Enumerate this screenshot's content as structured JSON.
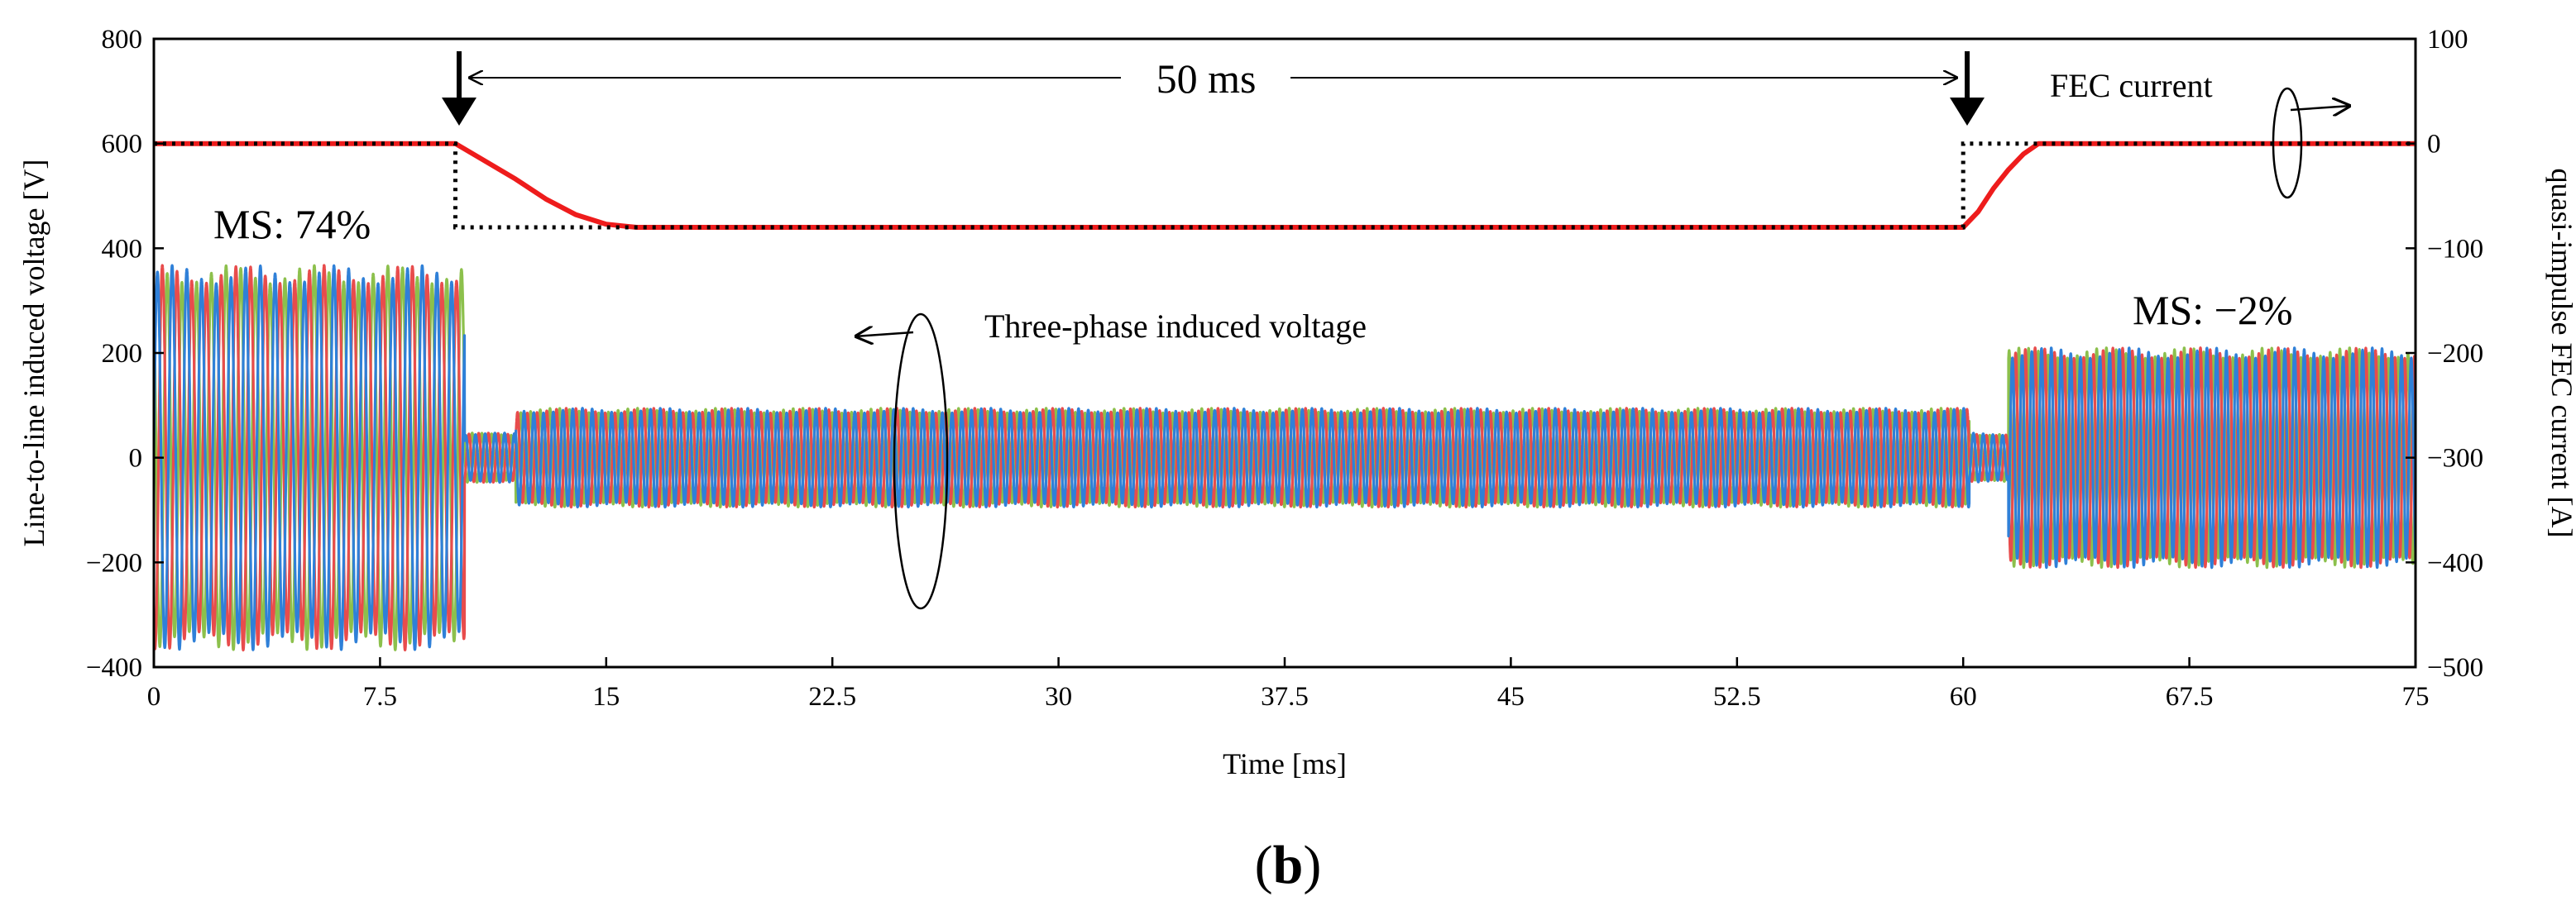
{
  "chart_data": {
    "type": "line",
    "xlabel": "Time [ms]",
    "ylabel_left": "Line-to-line induced voltage [V]",
    "ylabel_right": "quasi-impulse FEC current [A]",
    "xlim": [
      0,
      75
    ],
    "ylim_left": [
      -400,
      800
    ],
    "ylim_right": [
      -500,
      100
    ],
    "x_ticks": [
      "0",
      "7.5",
      "15",
      "22.5",
      "30",
      "37.5",
      "45",
      "52.5",
      "60",
      "67.5",
      "75"
    ],
    "y_left_ticks": [
      "800",
      "600",
      "400",
      "200",
      "0",
      "−200",
      "−400"
    ],
    "y_right_ticks": [
      "100",
      "0",
      "−100",
      "−200",
      "−300",
      "−400",
      "−500"
    ],
    "grid": false,
    "series": [
      {
        "name": "FEC current",
        "axis": "right",
        "color": "#ee1c1c",
        "style": "solid",
        "points": [
          [
            0,
            0
          ],
          [
            10,
            0
          ],
          [
            11,
            -17
          ],
          [
            12,
            -34
          ],
          [
            13,
            -53
          ],
          [
            14,
            -68
          ],
          [
            15,
            -77
          ],
          [
            16,
            -80
          ],
          [
            60,
            -80
          ],
          [
            60.5,
            -65
          ],
          [
            61,
            -43
          ],
          [
            61.5,
            -25
          ],
          [
            62,
            -10
          ],
          [
            62.5,
            0
          ],
          [
            75,
            0
          ]
        ]
      },
      {
        "name": "FEC current reference",
        "axis": "right",
        "color": "#000000",
        "style": "dotted",
        "points": [
          [
            0,
            0
          ],
          [
            10,
            0
          ],
          [
            10,
            -80
          ],
          [
            60,
            -80
          ],
          [
            60,
            0
          ],
          [
            75,
            0
          ]
        ]
      },
      {
        "name": "Three-phase induced voltage",
        "axis": "left",
        "phase_colors": [
          "#2f80d8",
          "#e84c4c",
          "#8cc04c"
        ],
        "segments": [
          {
            "t_start": 0,
            "t_end": 10.3,
            "amplitude": 350,
            "frequency_khz": 2.05
          },
          {
            "t_start": 10.3,
            "t_end": 12,
            "amplitude": 45,
            "frequency_khz": 3.1
          },
          {
            "t_start": 12,
            "t_end": 60.2,
            "amplitude": 90,
            "frequency_khz": 3.1
          },
          {
            "t_start": 60.2,
            "t_end": 61.5,
            "amplitude": 45,
            "frequency_khz": 3.1
          },
          {
            "t_start": 61.5,
            "t_end": 75,
            "amplitude": 200,
            "frequency_khz": 3.1
          }
        ]
      }
    ],
    "annotations": {
      "interval": "50 ms",
      "ms_start": "MS: 74%",
      "ms_end": "MS: −2%",
      "fec_current": "FEC current",
      "induced_voltage": "Three-phase induced voltage"
    }
  },
  "caption": {
    "open": "(",
    "letter": "b",
    "close": ")"
  }
}
